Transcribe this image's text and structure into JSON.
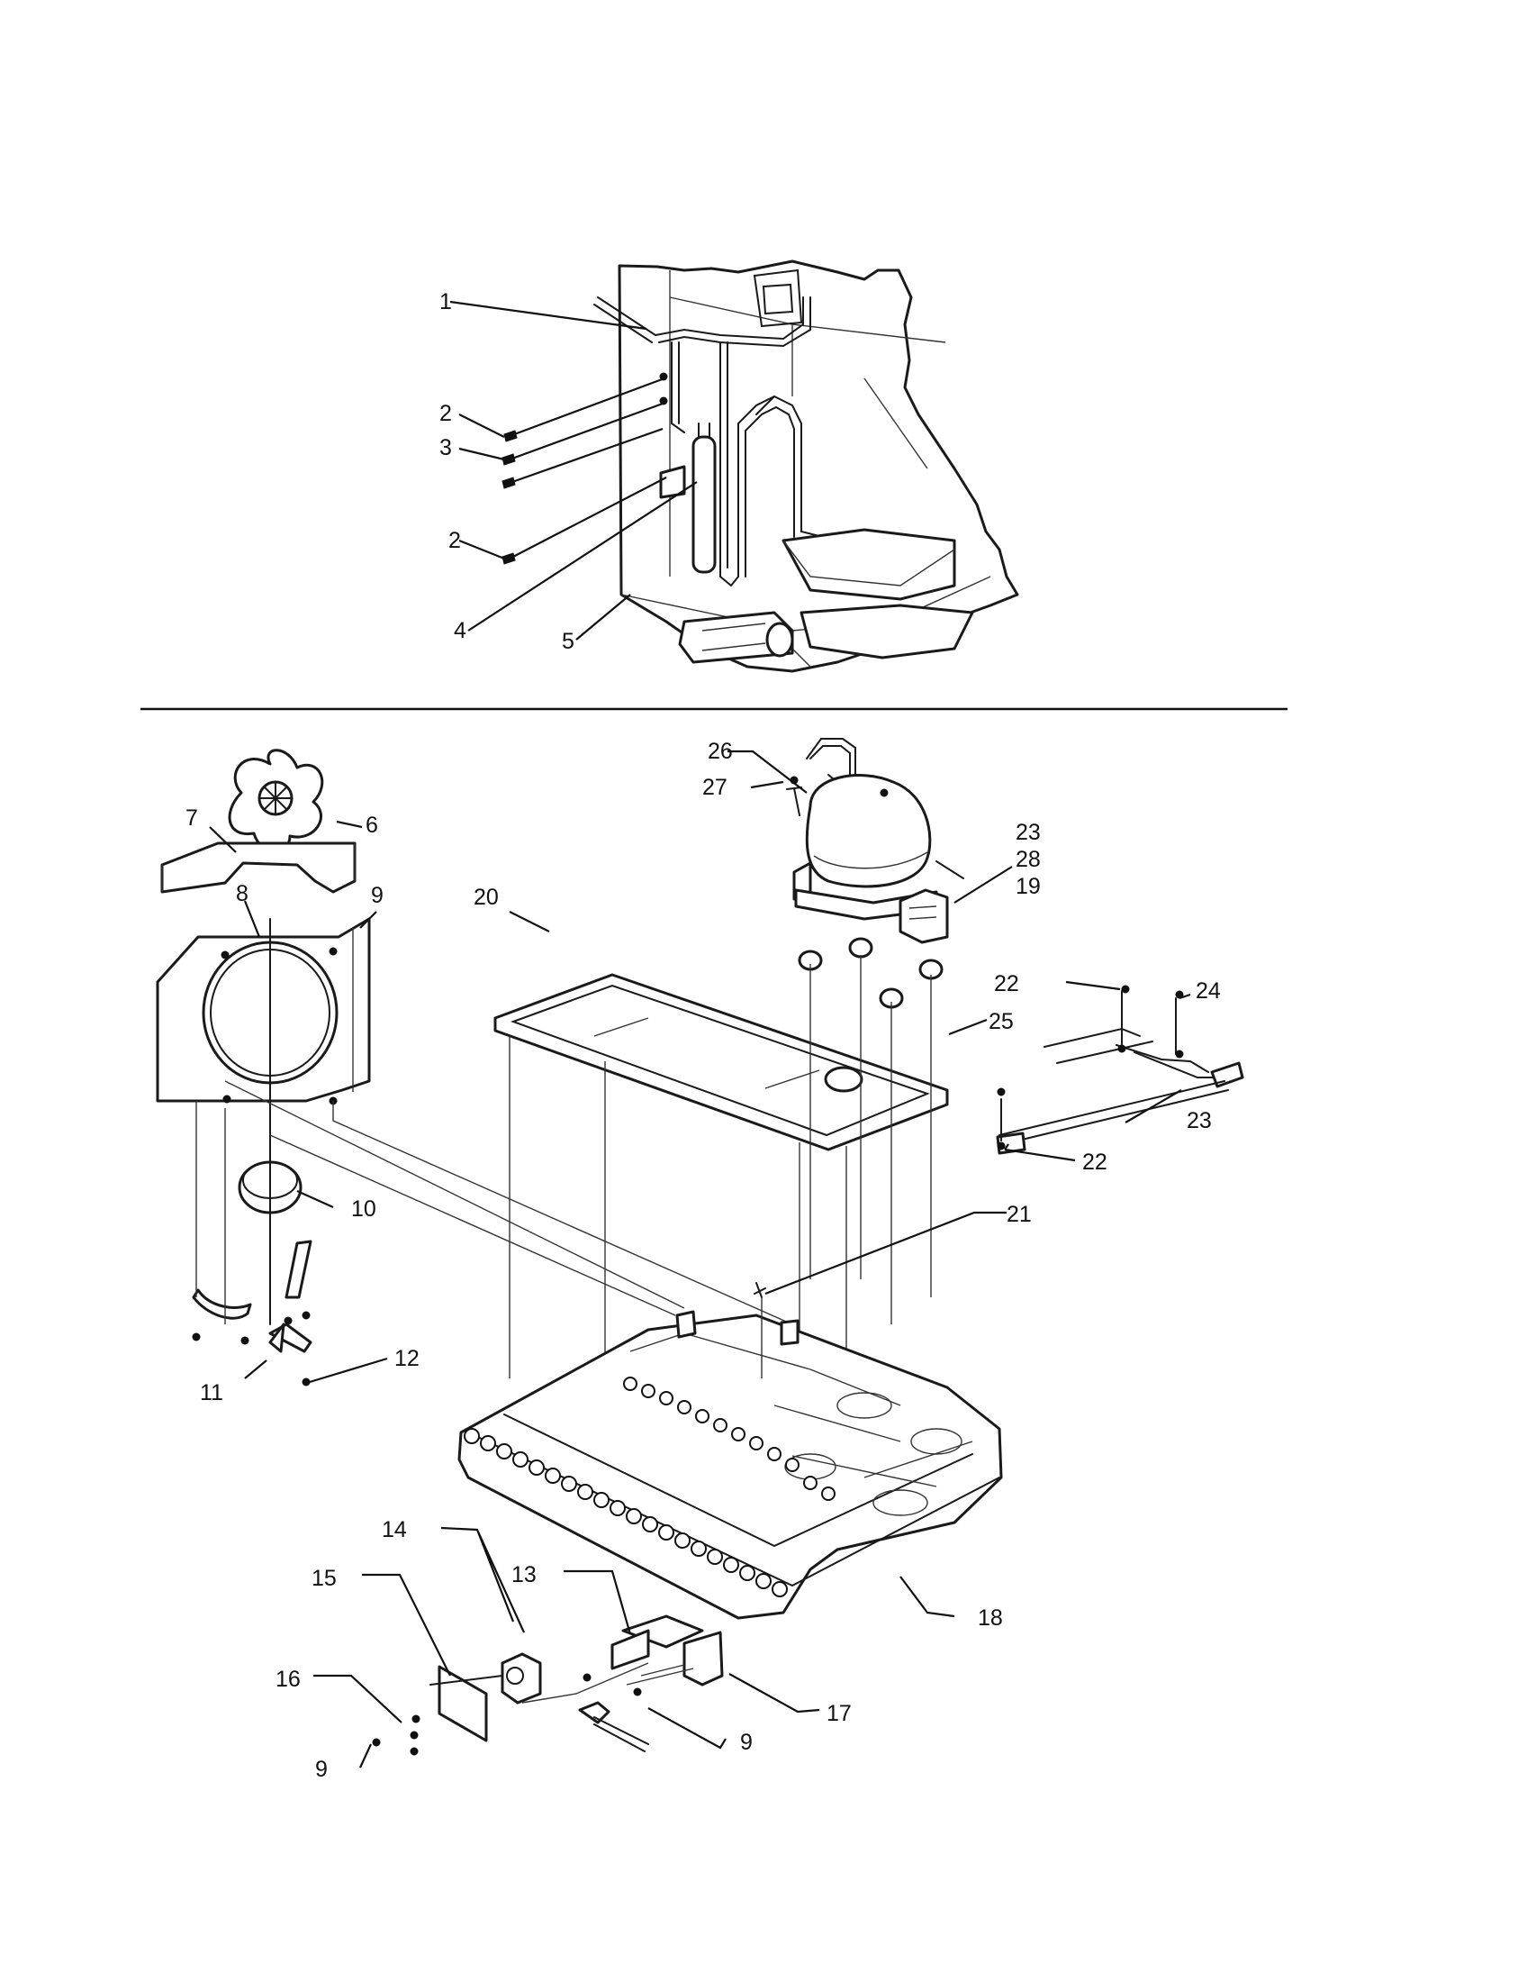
{
  "colors": {
    "ink": "#111111",
    "paper": "#ffffff"
  },
  "callouts": [
    {
      "id": "c1",
      "text": "1"
    },
    {
      "id": "c2a",
      "text": "2"
    },
    {
      "id": "c3",
      "text": "3"
    },
    {
      "id": "c2b",
      "text": "2"
    },
    {
      "id": "c4",
      "text": "4"
    },
    {
      "id": "c5",
      "text": "5"
    },
    {
      "id": "c26",
      "text": "26"
    },
    {
      "id": "c27",
      "text": "27"
    },
    {
      "id": "c6",
      "text": "6"
    },
    {
      "id": "c7",
      "text": "7"
    },
    {
      "id": "c9a",
      "text": "9"
    },
    {
      "id": "c8",
      "text": "8"
    },
    {
      "id": "c20",
      "text": "20"
    },
    {
      "id": "c23a",
      "text": "23"
    },
    {
      "id": "c28",
      "text": "28"
    },
    {
      "id": "c19",
      "text": "19"
    },
    {
      "id": "c22a",
      "text": "22"
    },
    {
      "id": "c24",
      "text": "24"
    },
    {
      "id": "c25",
      "text": "25"
    },
    {
      "id": "c23b",
      "text": "23"
    },
    {
      "id": "c22b",
      "text": "22"
    },
    {
      "id": "c10",
      "text": "10"
    },
    {
      "id": "c21",
      "text": "21"
    },
    {
      "id": "c12",
      "text": "12"
    },
    {
      "id": "c11",
      "text": "11"
    },
    {
      "id": "c14",
      "text": "14"
    },
    {
      "id": "c13",
      "text": "13"
    },
    {
      "id": "c18",
      "text": "18"
    },
    {
      "id": "c15",
      "text": "15"
    },
    {
      "id": "c16",
      "text": "16"
    },
    {
      "id": "c17",
      "text": "17"
    },
    {
      "id": "c9b",
      "text": "9"
    },
    {
      "id": "c9c",
      "text": "9"
    }
  ]
}
